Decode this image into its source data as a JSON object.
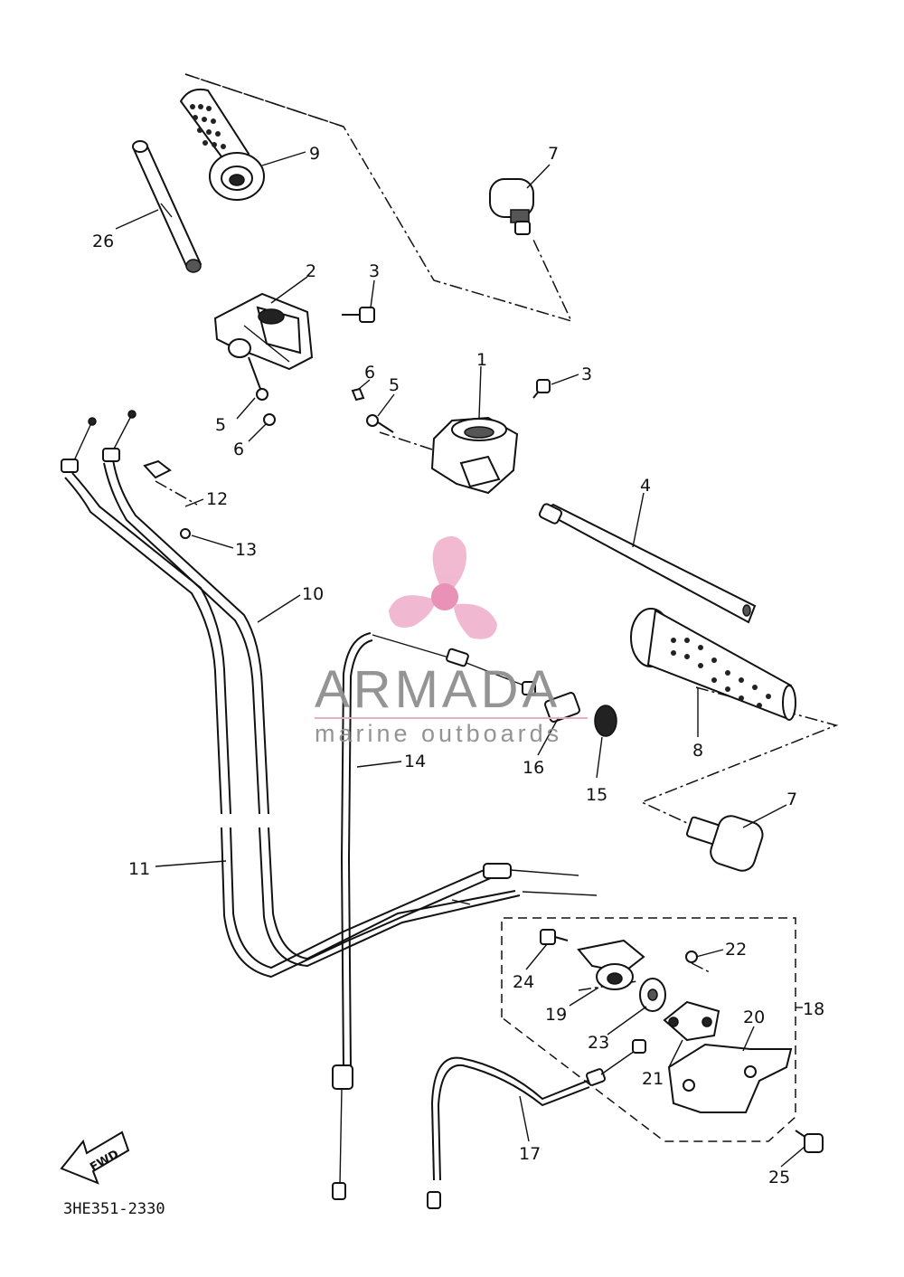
{
  "diagram": {
    "code": "3HE351-2330",
    "fwd_label": "FWD",
    "labels": {
      "l1": "1",
      "l2": "2",
      "l3a": "3",
      "l3b": "3",
      "l4": "4",
      "l5a": "5",
      "l5b": "5",
      "l6a": "6",
      "l6b": "6",
      "l7a": "7",
      "l7b": "7",
      "l8": "8",
      "l9": "9",
      "l10": "10",
      "l11": "11",
      "l12": "12",
      "l13": "13",
      "l14": "14",
      "l15": "15",
      "l16": "16",
      "l17": "17",
      "l18": "18",
      "l19": "19",
      "l20": "20",
      "l21": "21",
      "l22": "22",
      "l23": "23",
      "l24": "24",
      "l25": "25",
      "l26": "26"
    }
  },
  "watermark": {
    "brand": "ARMADA",
    "tagline": "marine outboards",
    "logo_color": "#f0b6cf",
    "logo_center_color": "#e88cb3",
    "text_color": "#8f8f8f",
    "rule_color": "#e8a9c4"
  }
}
